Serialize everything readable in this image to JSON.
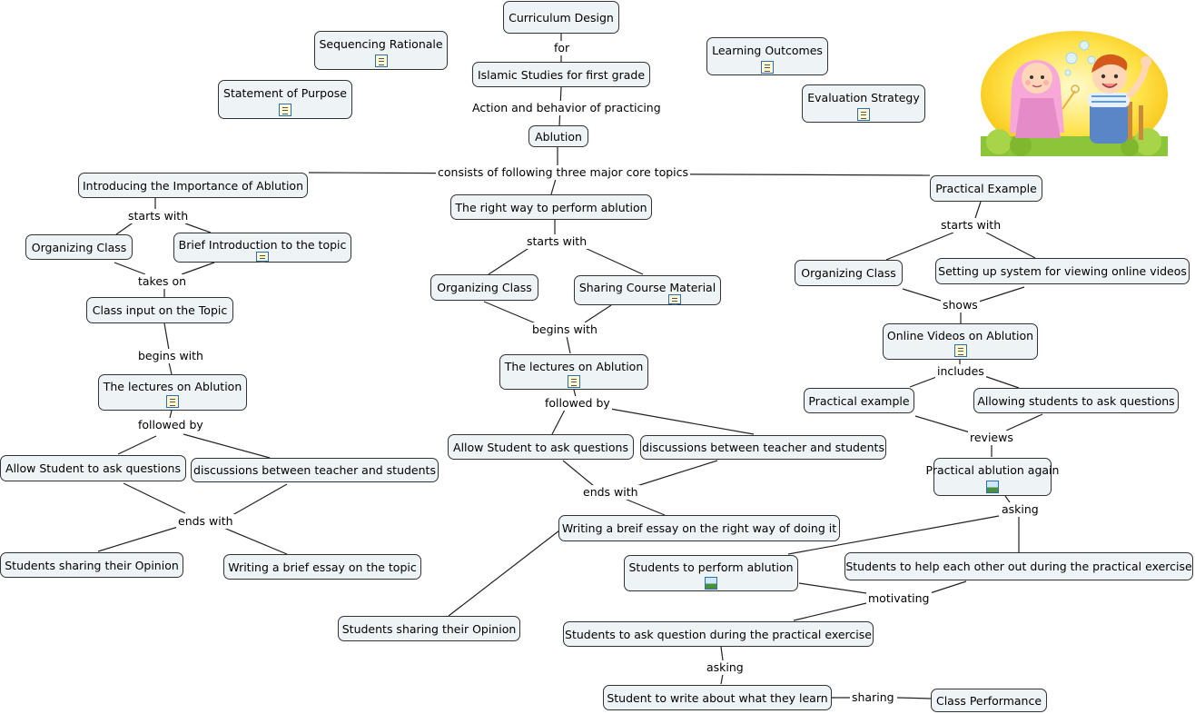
{
  "nodes": {
    "curriculum_design": "Curriculum Design",
    "islamic_studies": "Islamic Studies for first grade",
    "sequencing_rationale": "Sequencing Rationale",
    "statement_of_purpose": "Statement of Purpose",
    "learning_outcomes": "Learning Outcomes",
    "evaluation_strategy": "Evaluation Strategy",
    "ablution": "Ablution",
    "intro_importance": "Introducing the Importance of Ablution",
    "right_way": "The right way to perform ablution",
    "practical_example": "Practical Example",
    "l_organizing_class": "Organizing Class",
    "l_brief_intro": "Brief Introduction to the topic",
    "l_class_input": "Class input on the Topic",
    "l_lectures": "The lectures on Ablution",
    "l_allow_questions": "Allow Student to ask questions",
    "l_discussions": "discussions between teacher and students",
    "l_sharing_opinion": "Students sharing their Opinion",
    "l_brief_essay": "Writing a brief essay on the topic",
    "m_organizing_class": "Organizing Class",
    "m_sharing_material": "Sharing Course Material",
    "m_lectures": "The lectures on Ablution",
    "m_allow_questions": "Allow Student to ask questions",
    "m_discussions": "discussions between teacher and students",
    "m_essay": "Writing a breif essay on the right way of doing it",
    "m_sharing_opinion": "Students sharing their Opinion",
    "r_organizing_class": "Organizing Class",
    "r_setting_up": "Setting up system for viewing online videos",
    "r_online_videos": "Online Videos on Ablution",
    "r_practical_example": "Practical example",
    "r_allowing_questions": "Allowing students to ask questions",
    "r_practical_again": "Practical ablution again",
    "r_perform_ablution": "Students to perform ablution",
    "r_help_each_other": "Students to help each other out during the practical exercise",
    "r_ask_question": "Students to ask question during the practical exercise",
    "r_write_learn": "Student to write about what they learn",
    "r_class_performance": "Class Performance"
  },
  "links": {
    "for": "for",
    "action_behavior": "Action and behavior of practicing",
    "consists_of": "consists of following three major core topics",
    "l_starts_with": "starts with",
    "l_takes_on": "takes on",
    "l_begins_with": "begins with",
    "l_followed_by": "followed by",
    "l_ends_with": "ends with",
    "m_starts_with": "starts with",
    "m_begins_with": "begins with",
    "m_followed_by": "followed by",
    "m_ends_with": "ends with",
    "r_starts_with": "starts with",
    "r_shows": "shows",
    "r_includes": "includes",
    "r_reviews": "reviews",
    "r_asking": "asking",
    "r_motivating": "motivating",
    "r_asking2": "asking",
    "r_sharing": "sharing"
  },
  "colors": {
    "node_fill": "#eef3f5",
    "node_border": "#333333",
    "wire": "#222222",
    "icon_blue": "#2a6fb3"
  },
  "illustration": "cartoon-children-icon"
}
